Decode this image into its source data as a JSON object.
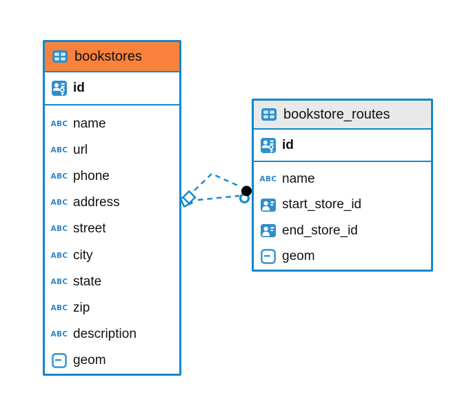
{
  "colors": {
    "accent_blue": "#1088C9",
    "icon_blue": "#2E8FCB",
    "geometry_icon_blue": "#3E97CF",
    "abc_blue": "#2E86C5",
    "header_orange": "#F8813E",
    "header_gray": "#E9E9E9",
    "text_color": "#111111",
    "endpoint_dot": "#000000",
    "table_bg": "#FFFFFF"
  },
  "diagram": {
    "text_icon_label": "ABC",
    "tables": [
      {
        "name": "bookstores",
        "header_icon": "table-icon",
        "header_color_key": "header_orange",
        "primary_key": {
          "name": "id",
          "icon": "primary-key-icon"
        },
        "columns": [
          {
            "name": "name",
            "icon": "text-icon"
          },
          {
            "name": "url",
            "icon": "text-icon"
          },
          {
            "name": "phone",
            "icon": "text-icon"
          },
          {
            "name": "address",
            "icon": "text-icon"
          },
          {
            "name": "street",
            "icon": "text-icon"
          },
          {
            "name": "city",
            "icon": "text-icon"
          },
          {
            "name": "state",
            "icon": "text-icon"
          },
          {
            "name": "zip",
            "icon": "text-icon"
          },
          {
            "name": "description",
            "icon": "text-icon"
          },
          {
            "name": "geom",
            "icon": "geometry-icon"
          }
        ]
      },
      {
        "name": "bookstore_routes",
        "header_icon": "table-icon",
        "header_color_key": "header_gray",
        "primary_key": {
          "name": "id",
          "icon": "primary-key-icon"
        },
        "columns": [
          {
            "name": "name",
            "icon": "text-icon"
          },
          {
            "name": "start_store_id",
            "icon": "person-icon"
          },
          {
            "name": "end_store_id",
            "icon": "person-icon"
          },
          {
            "name": "geom",
            "icon": "geometry-icon"
          }
        ]
      }
    ],
    "relation": {
      "style": "dashed",
      "from_table": "bookstores",
      "to_table": "bookstore_routes",
      "from_marker": "stacked-diamond",
      "to_marker": "filled-dot-with-ring",
      "line_count": 2
    }
  }
}
